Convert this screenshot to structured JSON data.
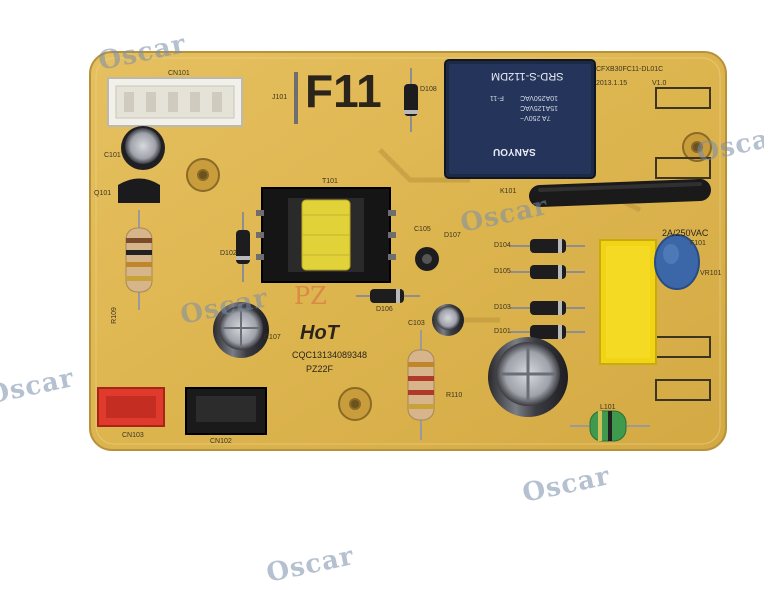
{
  "board": {
    "model_code": "F11",
    "part_number": "CFXB30FC11-DL01C",
    "date": "2013.1.15",
    "version": "V1.0",
    "hot_label": "HoT",
    "serial": "CQC13134089348",
    "batch": "PZ22F",
    "stamp": "PZ",
    "fuse_rating": "2A/250VAC"
  },
  "relay": {
    "model": "SRD-S-112DM",
    "ratings": [
      "10A250VAC",
      "15A125VAC",
      "7A 250V~"
    ],
    "code": "F-11",
    "brand": "SANYOU"
  },
  "designators": [
    "CN101",
    "C101",
    "D102",
    "J101",
    "D108",
    "K101",
    "T101",
    "C105",
    "D107",
    "Q101",
    "D104",
    "D105",
    "D103",
    "D101",
    "F101",
    "VR101",
    "R109",
    "C107",
    "C103",
    "R110",
    "CN103",
    "CN102",
    "L101",
    "D106"
  ],
  "watermark": "Oscar"
}
